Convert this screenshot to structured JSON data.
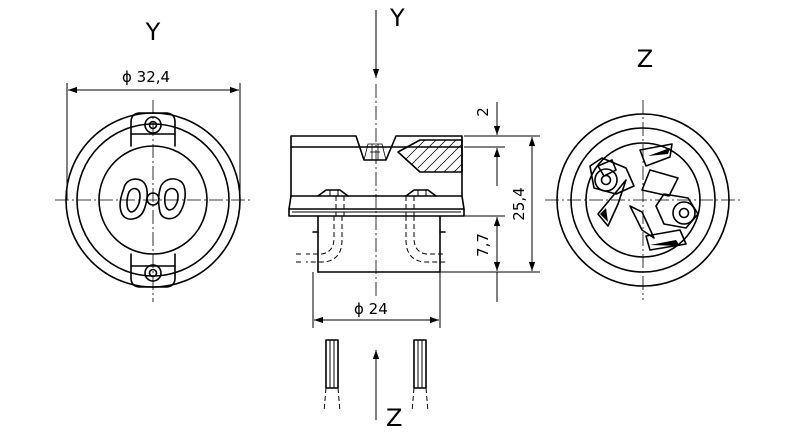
{
  "views": {
    "left": {
      "label": "Y"
    },
    "front": {
      "label_top": "Y",
      "label_bottom": "Z"
    },
    "right": {
      "label": "Z"
    }
  },
  "dimensions": {
    "diameter_outer": "ϕ 32,4",
    "diameter_base": "ϕ 24",
    "height_total": "25,4",
    "height_base": "7,7",
    "height_top": "2"
  }
}
